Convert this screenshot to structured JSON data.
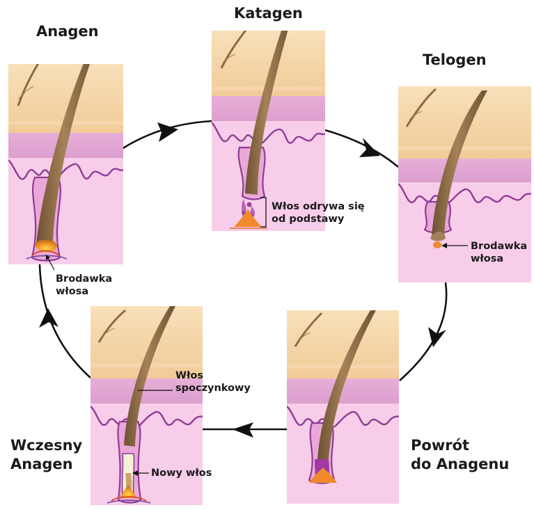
{
  "stages": {
    "anagen": "Anagen",
    "katagen": "Katagen",
    "telogen": "Telogen",
    "wczesny_line1": "Wczesny",
    "wczesny_line2": "Anagen",
    "powrot_line1": "Powrót",
    "powrot_line2": "do Anagenu"
  },
  "annotations": {
    "anagen_papilla_line1": "Brodawka",
    "anagen_papilla_line2": "włosa",
    "katagen_detach_line1": "Włos odrywa się",
    "katagen_detach_line2": "od podstawy",
    "telogen_papilla_line1": "Brodawka",
    "telogen_papilla_line2": "włosa",
    "resting_hair_line1": "Włos",
    "resting_hair_line2": "spoczynkowy",
    "new_hair": "Nowy włos"
  },
  "colors": {
    "epidermis_top": "#f7ddb5",
    "epidermis_bottom": "#f2cf9f",
    "dermis_band": "#e3a8d4",
    "dermis": "#f8cde9",
    "wave_stroke": "#8e3c95",
    "hair_shaft": "#8b6a44",
    "papilla": "#f08a2a",
    "cycle_arrow": "#111111"
  }
}
